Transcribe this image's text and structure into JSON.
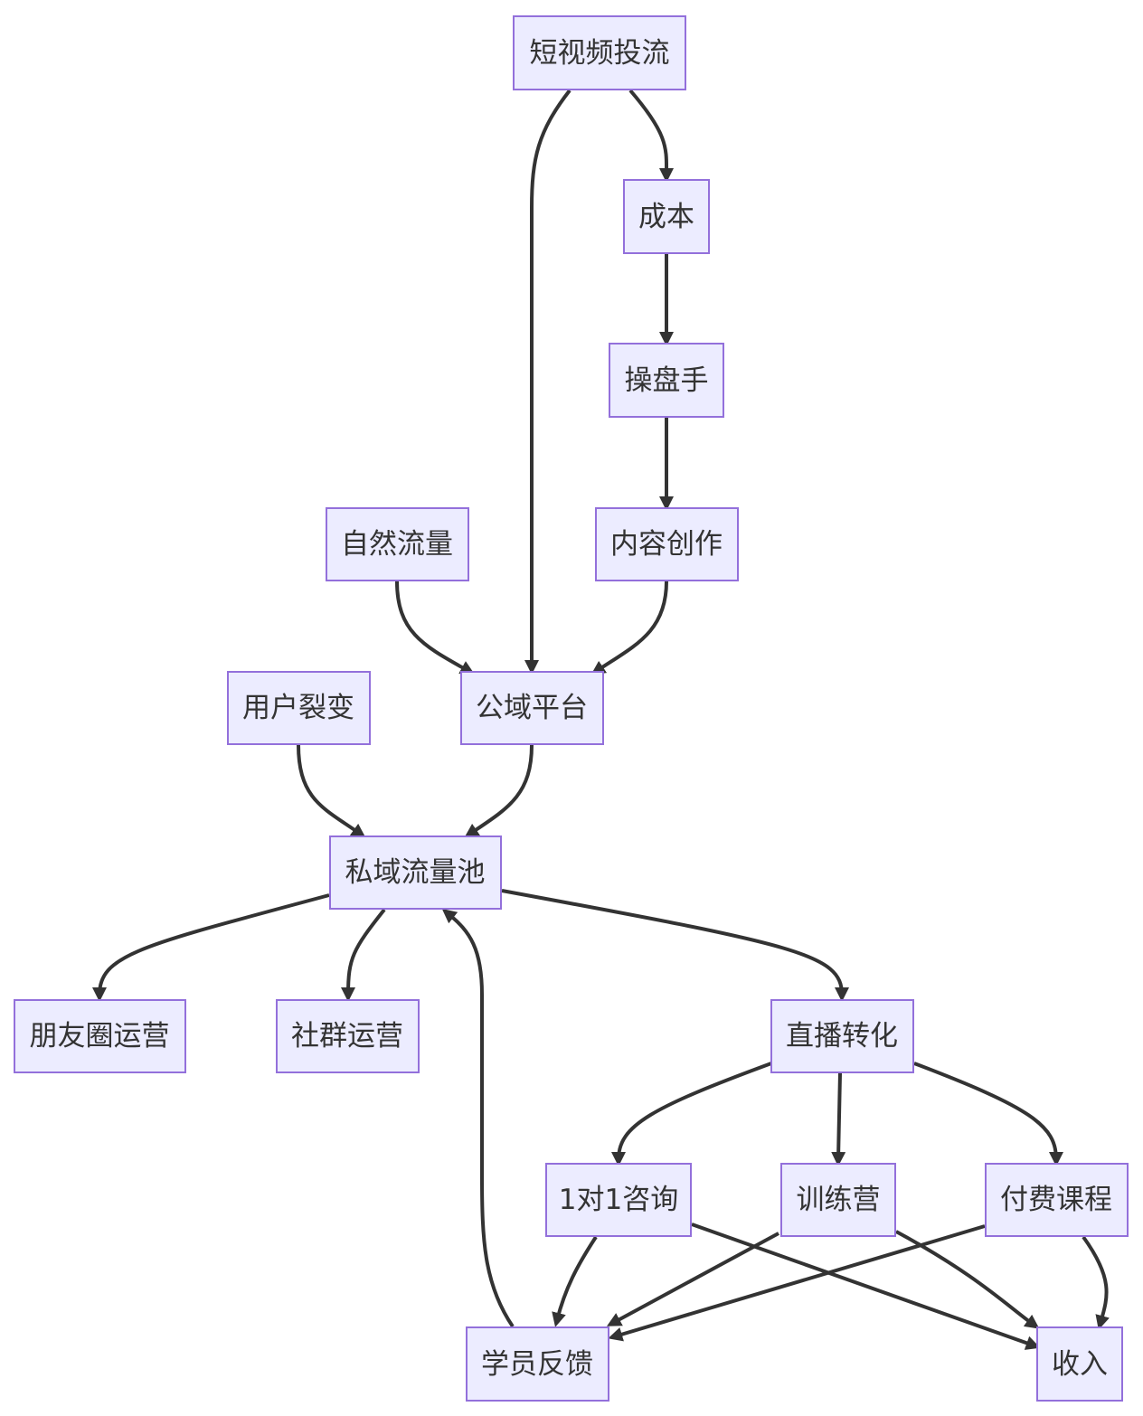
{
  "nodes": {
    "short_video_ads": "短视频投流",
    "cost": "成本",
    "operator": "操盘手",
    "natural_traffic": "自然流量",
    "content_creation": "内容创作",
    "user_fission": "用户裂变",
    "public_platform": "公域平台",
    "private_traffic_pool": "私域流量池",
    "moments_operation": "朋友圈运营",
    "community_operation": "社群运营",
    "live_conversion": "直播转化",
    "one_on_one_consult": "1对1咨询",
    "training_camp": "训练营",
    "paid_course": "付费课程",
    "student_feedback": "学员反馈",
    "revenue": "收入"
  },
  "edges": [
    {
      "from": "short_video_ads",
      "to": "cost"
    },
    {
      "from": "cost",
      "to": "operator"
    },
    {
      "from": "operator",
      "to": "content_creation"
    },
    {
      "from": "short_video_ads",
      "to": "public_platform"
    },
    {
      "from": "natural_traffic",
      "to": "public_platform"
    },
    {
      "from": "content_creation",
      "to": "public_platform"
    },
    {
      "from": "user_fission",
      "to": "private_traffic_pool"
    },
    {
      "from": "public_platform",
      "to": "private_traffic_pool"
    },
    {
      "from": "private_traffic_pool",
      "to": "moments_operation"
    },
    {
      "from": "private_traffic_pool",
      "to": "community_operation"
    },
    {
      "from": "private_traffic_pool",
      "to": "live_conversion"
    },
    {
      "from": "live_conversion",
      "to": "one_on_one_consult"
    },
    {
      "from": "live_conversion",
      "to": "training_camp"
    },
    {
      "from": "live_conversion",
      "to": "paid_course"
    },
    {
      "from": "one_on_one_consult",
      "to": "student_feedback"
    },
    {
      "from": "one_on_one_consult",
      "to": "revenue"
    },
    {
      "from": "training_camp",
      "to": "student_feedback"
    },
    {
      "from": "training_camp",
      "to": "revenue"
    },
    {
      "from": "paid_course",
      "to": "student_feedback"
    },
    {
      "from": "paid_course",
      "to": "revenue"
    },
    {
      "from": "student_feedback",
      "to": "private_traffic_pool"
    }
  ],
  "colors": {
    "node_fill": "#ECECFF",
    "node_border": "#9370DB",
    "edge": "#333333",
    "text": "#333333"
  }
}
